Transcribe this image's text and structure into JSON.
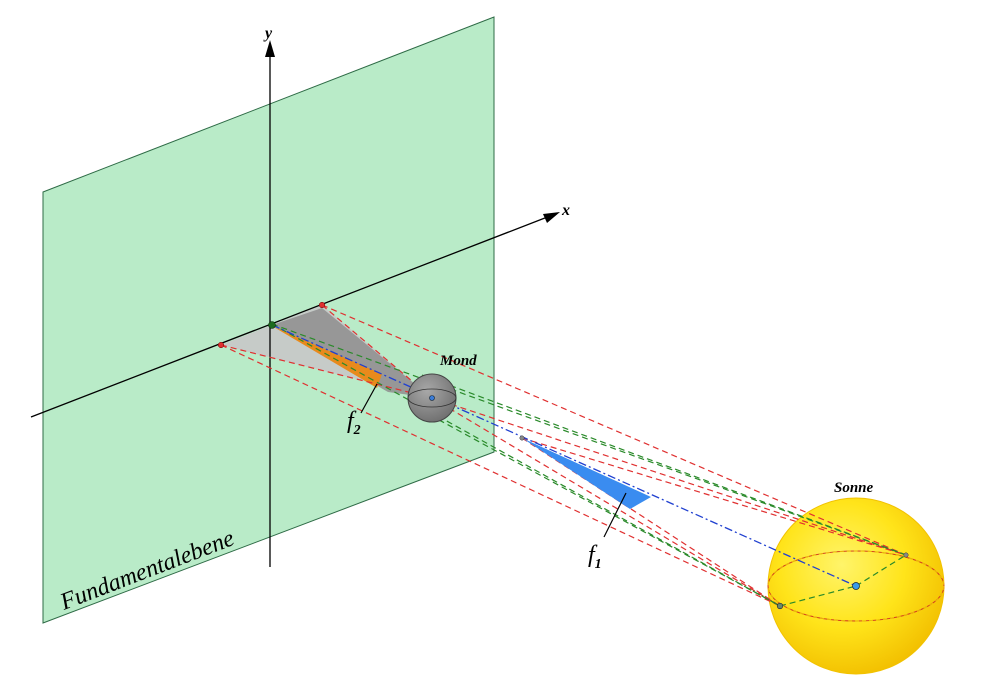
{
  "labels": {
    "plane": "Fundamentalebene",
    "moon": "Mond",
    "sun": "Sonne",
    "axis_x": "x",
    "axis_y": "y",
    "f1_base": "f",
    "f1_sub": "1",
    "f2_base": "f",
    "f2_sub": "2"
  },
  "colors": {
    "plane_fill": "#b9ebc8",
    "plane_stroke": "#2e6b46",
    "shadow_gray": "#c8c8c8",
    "moon": "#8a8a8a",
    "sun": "#ffe000",
    "sun_edge": "#f5c400",
    "red_dashed": "#e03030",
    "green_dashed": "#2a8a2a",
    "blue_dashdot": "#2040d0",
    "umbra_blue": "#3a8cf0",
    "penumbra_orange": "#e88a1c"
  }
}
